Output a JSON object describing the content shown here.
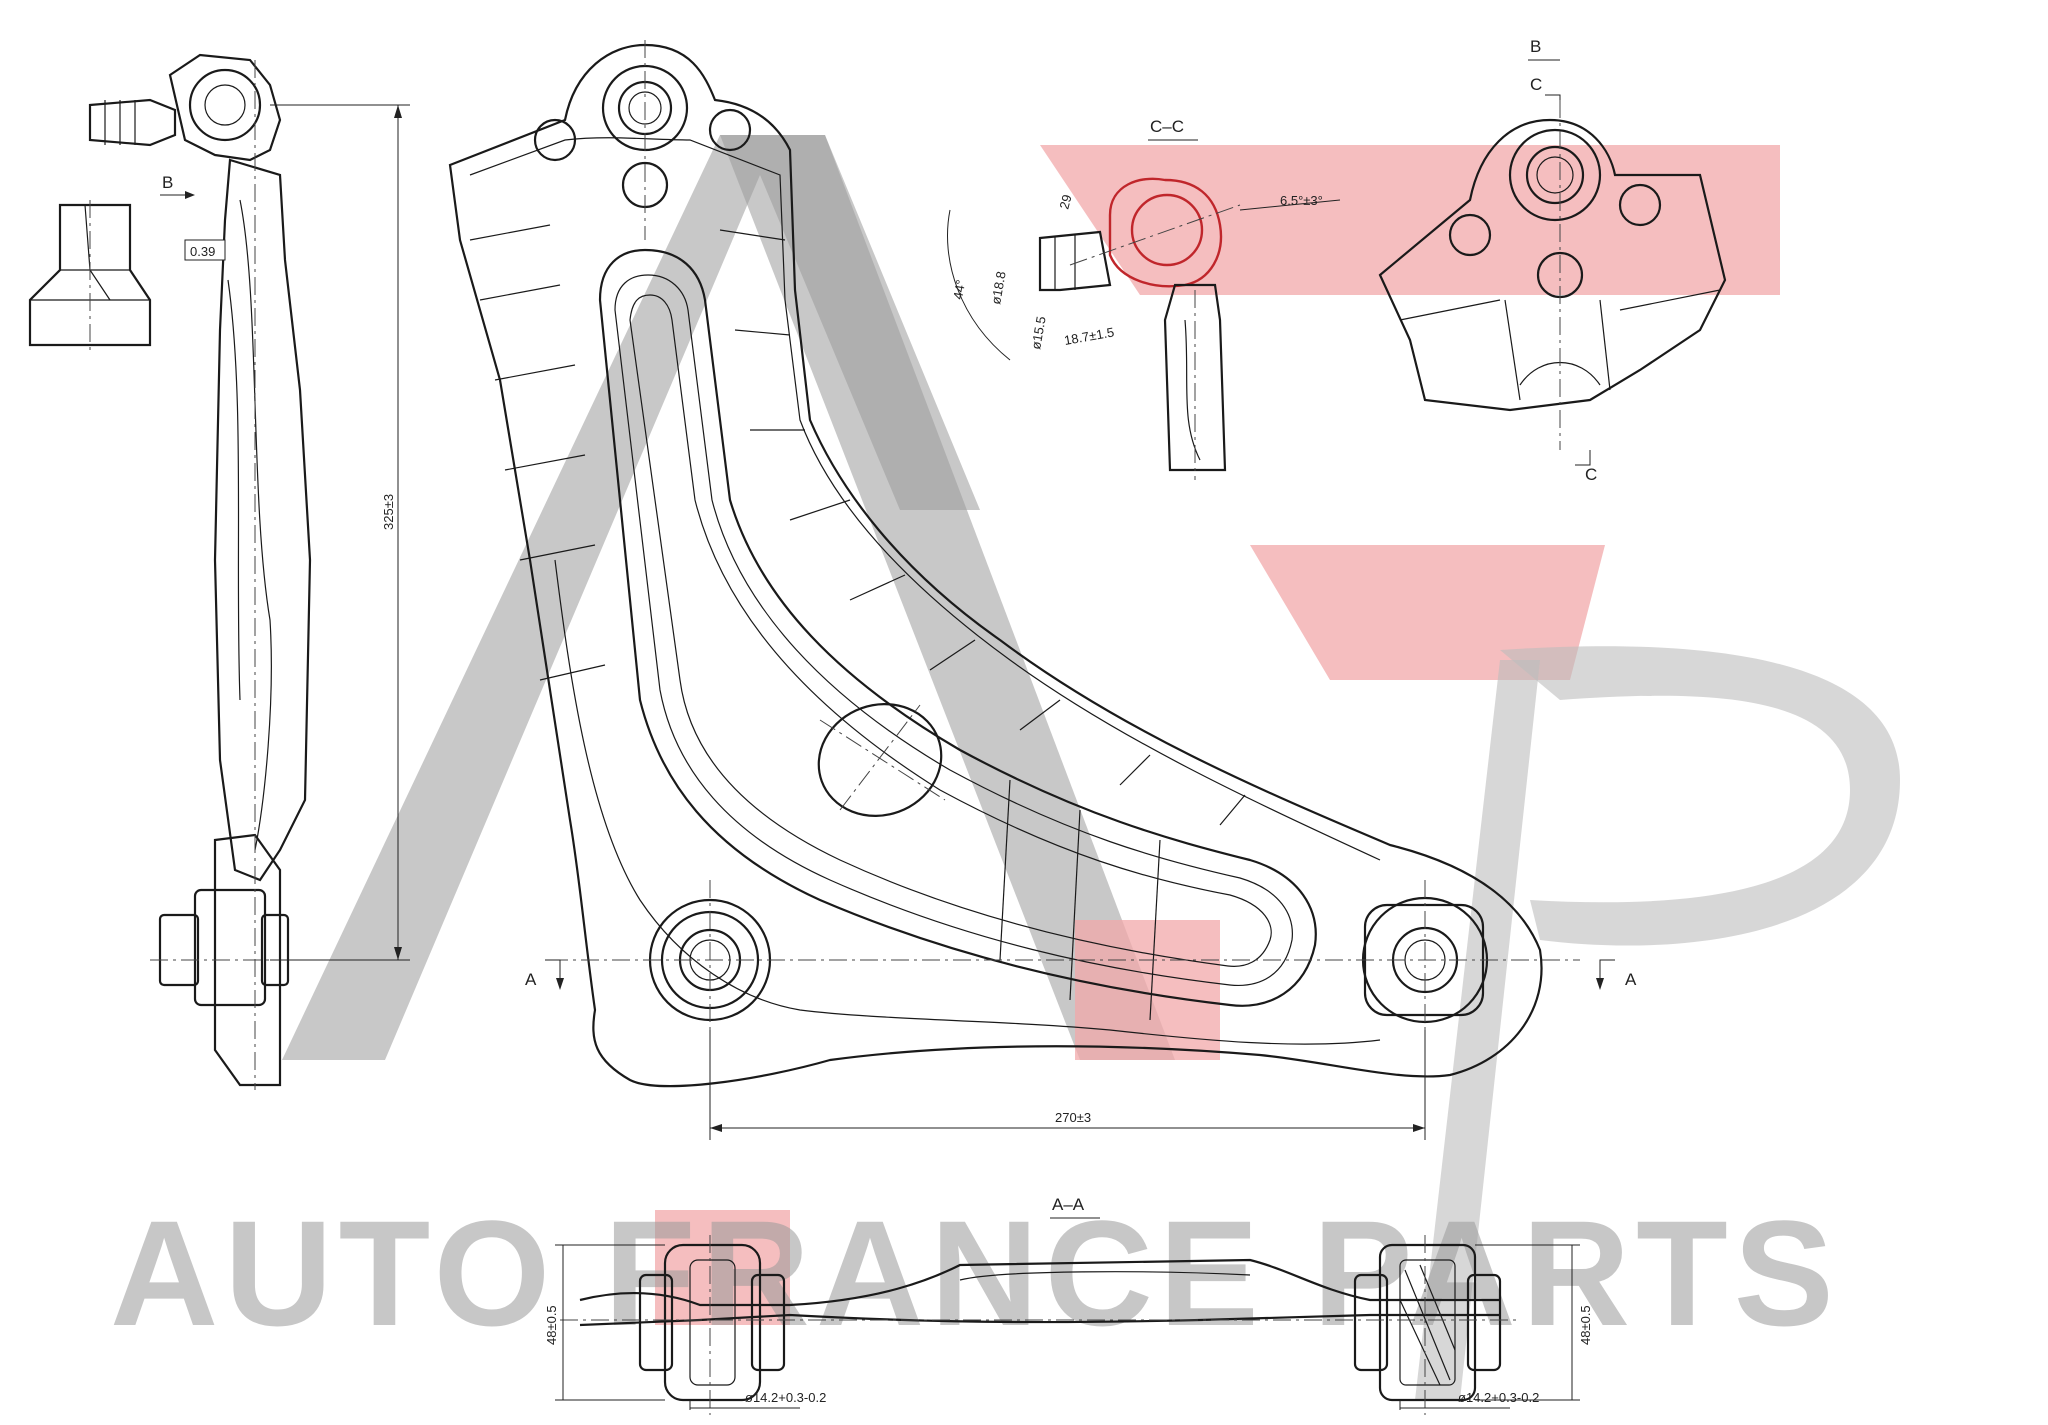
{
  "watermark": {
    "text": "AUTO FRANCE PARTS",
    "gray": "#9a9a9a",
    "pink": "#f2a8aa"
  },
  "labels": {
    "tolerance_box": "0.39",
    "section_aa": "A–A",
    "section_cc": "C–C",
    "marker_b_left": "B",
    "marker_b_top": "B",
    "marker_c_top": "C",
    "marker_c_bottom": "C",
    "marker_a_left": "A",
    "marker_a_right": "A"
  },
  "dimensions": {
    "height_325": "325±3",
    "length_270": "270±3",
    "width_48_left": "48±0.5",
    "width_48_right": "48±0.5",
    "bore_left": "ø14.2+0.3-0.2",
    "bore_right": "ø14.2+0.3-0.2",
    "angle_44": "44°",
    "angle_65": "6.5°±3°",
    "stud_18": "ø18.8",
    "stud_15": "ø15.5",
    "stud_len": "18.7±1.5",
    "top_r": "29"
  }
}
